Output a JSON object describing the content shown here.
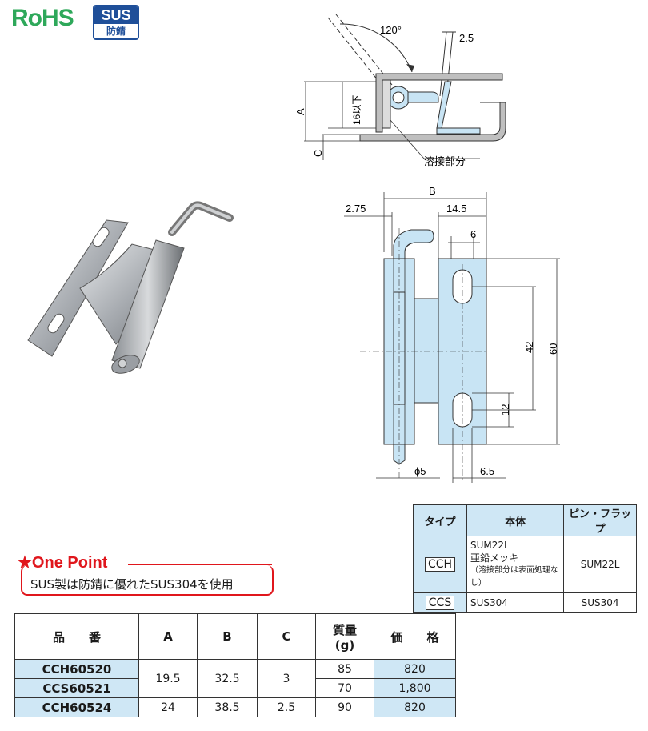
{
  "badges": {
    "rohs": "RoHS",
    "sus_top": "SUS",
    "sus_bottom": "防錆"
  },
  "top_drawing": {
    "angle": "120°",
    "thickness": "2.5",
    "dim_a": "A",
    "dim_16": "16以下",
    "dim_c": "C",
    "weld_label": "溶接部分"
  },
  "front_drawing": {
    "dim_b": "B",
    "dim_275": "2.75",
    "dim_145": "14.5",
    "dim_6": "6",
    "dim_42": "42",
    "dim_60": "60",
    "dim_12": "12",
    "dim_phi5": "ϕ5",
    "dim_65": "6.5"
  },
  "material_table": {
    "headers": [
      "タイプ",
      "本体",
      "ピン・フラップ"
    ],
    "rows": [
      {
        "type": "CCH",
        "body_line1": "SUM22L",
        "body_line2": "亜鉛メッキ",
        "body_line3": "（溶接部分は表面処理なし）",
        "pin": "SUM22L"
      },
      {
        "type": "CCS",
        "body_line1": "SUS304",
        "pin": "SUS304"
      }
    ]
  },
  "one_point": {
    "title": "★One Point",
    "text": "SUS製は防錆に優れたSUS304を使用"
  },
  "product_table": {
    "headers": {
      "code": "品　　番",
      "a": "A",
      "b": "B",
      "c": "C",
      "mass": "質量",
      "mass_unit": "(g)",
      "price": "価　　格"
    },
    "rows": [
      {
        "code": "CCH60520",
        "a": "19.5",
        "b": "32.5",
        "c": "3",
        "mass": "85",
        "price": "820"
      },
      {
        "code": "CCS60521",
        "mass": "70",
        "price": "1,800"
      },
      {
        "code": "CCH60524",
        "a": "24",
        "b": "38.5",
        "c": "2.5",
        "mass": "90",
        "price": "820"
      }
    ]
  },
  "colors": {
    "accent_blue": "#1f4f99",
    "rohs_green": "#2ea85a",
    "highlight": "#cfe7f5",
    "part_fill": "#c8e4f4",
    "red": "#e0161c"
  }
}
